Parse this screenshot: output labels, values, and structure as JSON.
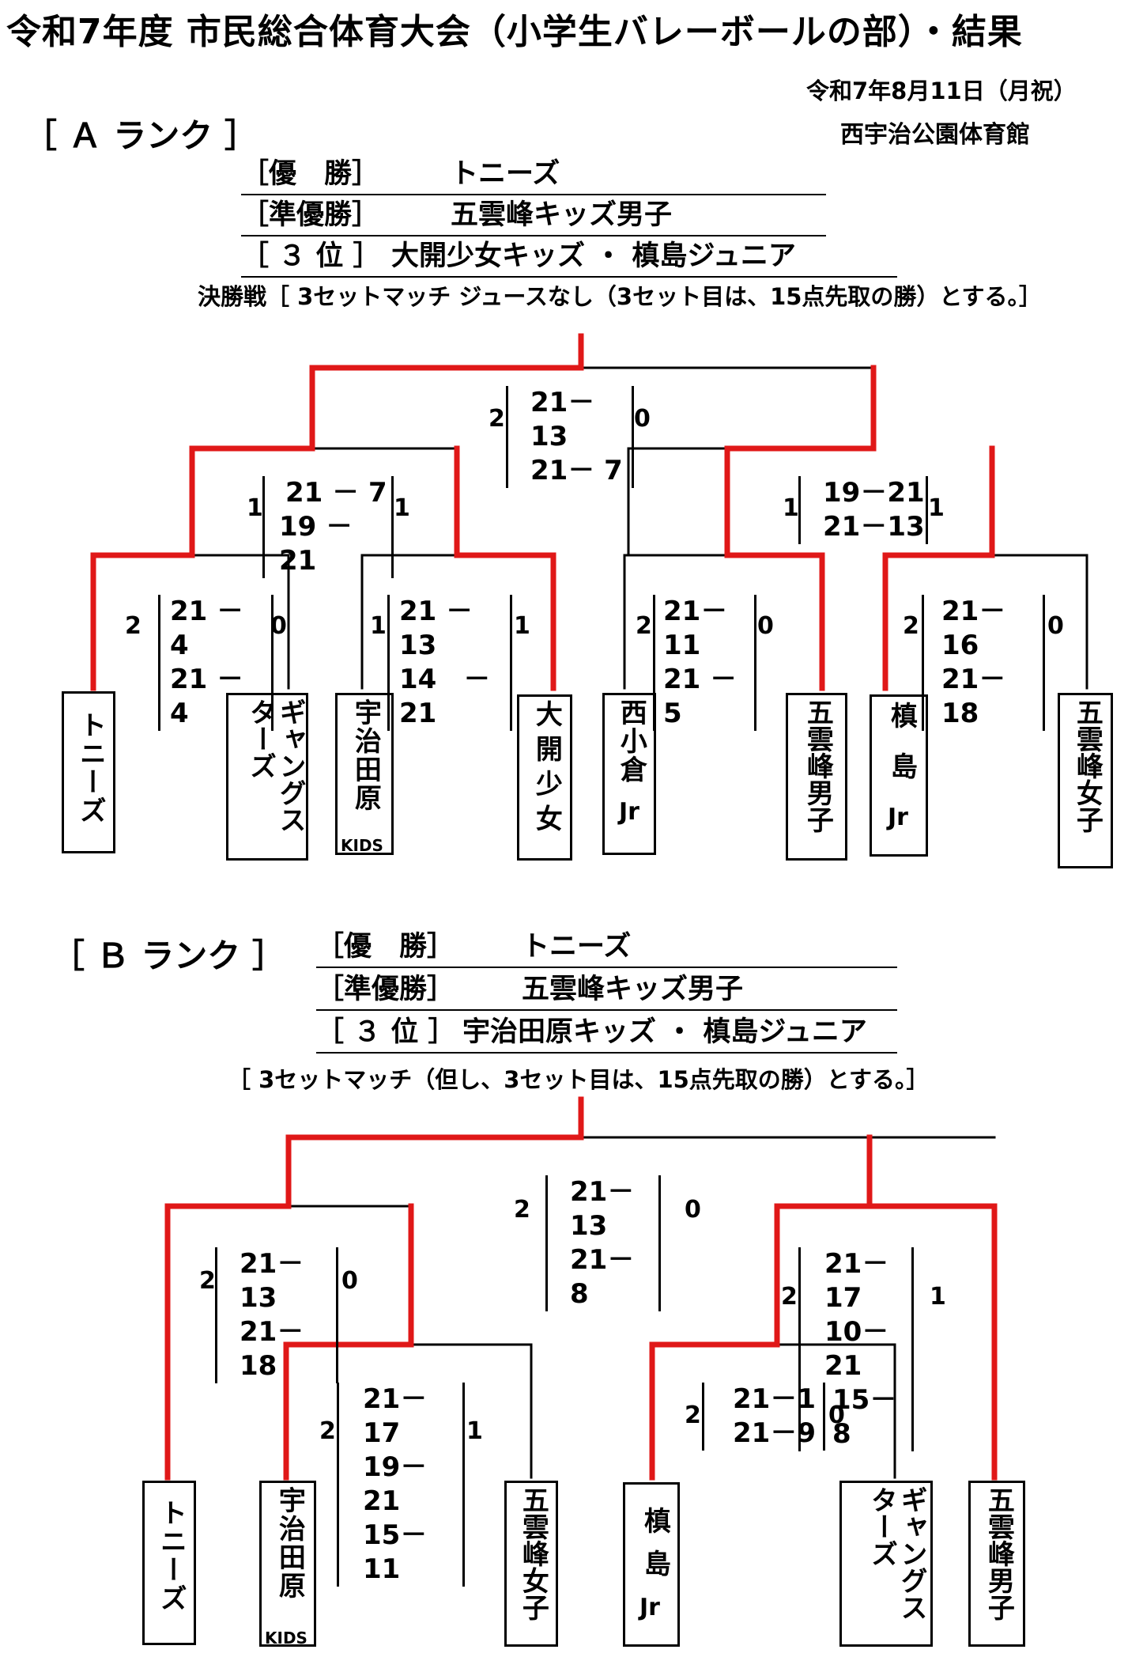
{
  "title": "令和7年度 市民総合体育大会（小学生バレーボールの部）・結果",
  "date": "令和7年8月11日（月祝）",
  "venue": "西宇治公園体育館",
  "rank_a": {
    "heading": "［ Ａ ランク ］",
    "results": [
      {
        "label": "［優　勝］",
        "team": "トニーズ"
      },
      {
        "label": "［準優勝］",
        "team": "五雲峰キッズ男子"
      },
      {
        "label": "［ ３ 位 ］",
        "team": "大開少女キッズ ・ 槙島ジュニア"
      }
    ],
    "rule": "決勝戦［ 3セットマッチ ジュースなし（3セット目は、15点先取の勝）とする。］",
    "teams": [
      {
        "name": "トニーズ",
        "tag": "",
        "jr": ""
      },
      {
        "name": "ギャングスターズ",
        "tag": "",
        "jr": ""
      },
      {
        "name": "宇治田原",
        "tag": "KIDS",
        "jr": ""
      },
      {
        "name": "大開少女",
        "tag": "",
        "jr": ""
      },
      {
        "name": "西小倉",
        "tag": "",
        "jr": "Jr"
      },
      {
        "name": "五雲峰男子",
        "tag": "",
        "jr": ""
      },
      {
        "name": "槙島",
        "tag": "",
        "jr": "Jr"
      },
      {
        "name": "五雲峰女子",
        "tag": "",
        "jr": ""
      }
    ],
    "matches": [
      {
        "l": "2",
        "sets": [
          "21 －　4",
          "21 －　4"
        ],
        "r": "0"
      },
      {
        "l": "1",
        "sets": [
          "21 － 13",
          "14　－ 21"
        ],
        "r": "1"
      },
      {
        "l": "2",
        "sets": [
          "21－11",
          "21 － 5"
        ],
        "r": "0"
      },
      {
        "l": "2",
        "sets": [
          "21－16",
          "21－18"
        ],
        "r": "0"
      },
      {
        "l": "1",
        "sets": [
          "21 － 7",
          "19 － 21"
        ],
        "r": "1"
      },
      {
        "l": "1",
        "sets": [
          "19－21",
          "21－13"
        ],
        "r": "1"
      },
      {
        "l": "2",
        "sets": [
          "21－13",
          "21－ 7"
        ],
        "r": "0"
      }
    ]
  },
  "rank_b": {
    "heading": "［ Ｂ ランク ］",
    "results": [
      {
        "label": "［優　勝］",
        "team": "トニーズ"
      },
      {
        "label": "［準優勝］",
        "team": "五雲峰キッズ男子"
      },
      {
        "label": "［ ３ 位 ］",
        "team": "宇治田原キッズ ・ 槙島ジュニア"
      }
    ],
    "rule": "［ 3セットマッチ（但し、3セット目は、15点先取の勝）とする。］",
    "teams": [
      {
        "name": "トニーズ",
        "tag": "",
        "jr": ""
      },
      {
        "name": "宇治田原",
        "tag": "KIDS",
        "jr": ""
      },
      {
        "name": "五雲峰女子",
        "tag": "",
        "jr": ""
      },
      {
        "name": "槙島",
        "tag": "",
        "jr": "Jr"
      },
      {
        "name": "ギャングスターズ",
        "tag": "",
        "jr": ""
      },
      {
        "name": "五雲峰男子",
        "tag": "",
        "jr": ""
      }
    ],
    "matches": [
      {
        "l": "2",
        "sets": [
          "21－17",
          "19－21",
          "15－11"
        ],
        "r": "1"
      },
      {
        "l": "2",
        "sets": [
          "21－1",
          "21－9"
        ],
        "r": "0"
      },
      {
        "l": "2",
        "sets": [
          "21－13",
          "21－18"
        ],
        "r": "0"
      },
      {
        "l": "2",
        "sets": [
          "21－17",
          "10－21",
          "15－8"
        ],
        "r": "1"
      },
      {
        "l": "2",
        "sets": [
          "21－13",
          "21－ 8"
        ],
        "r": "0"
      }
    ]
  }
}
